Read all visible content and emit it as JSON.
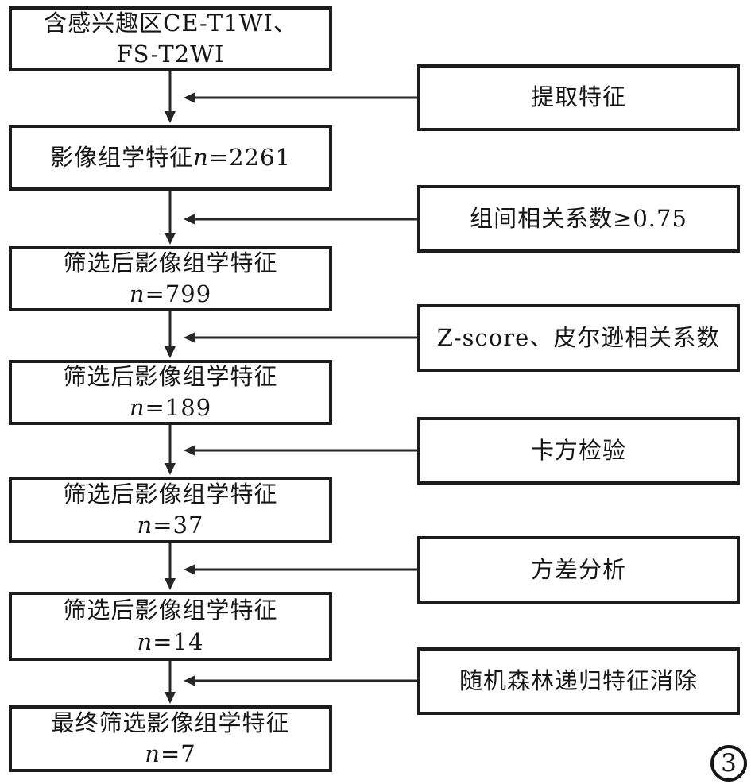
{
  "flow": {
    "boxes": [
      {
        "title": "含感兴趣区CE-T1WI、",
        "subtitle": "FS-T2WI"
      },
      {
        "title": "影像组学特征",
        "n_italic": "n",
        "n_rest": "=2261"
      },
      {
        "title": "筛选后影像组学特征",
        "n_italic": "n",
        "n_rest": "=799"
      },
      {
        "title": "筛选后影像组学特征",
        "n_italic": "n",
        "n_rest": "=189"
      },
      {
        "title": "筛选后影像组学特征",
        "n_italic": "n",
        "n_rest": "=37"
      },
      {
        "title": "筛选后影像组学特征",
        "n_italic": "n",
        "n_rest": "=14"
      },
      {
        "title": "最终筛选影像组学特征",
        "n_italic": "n",
        "n_rest": "=7"
      }
    ],
    "steps": [
      {
        "label": "提取特征"
      },
      {
        "label": "组间相关系数≥0.75"
      },
      {
        "label": "Z-score、皮尔逊相关系数"
      },
      {
        "label": "卡方检验"
      },
      {
        "label": "方差分析"
      },
      {
        "label": "随机森林递归特征消除"
      }
    ],
    "figure_number": "3"
  },
  "colors": {
    "line": "#1c1c1c",
    "text": "#161616",
    "background": "#ffffff"
  }
}
